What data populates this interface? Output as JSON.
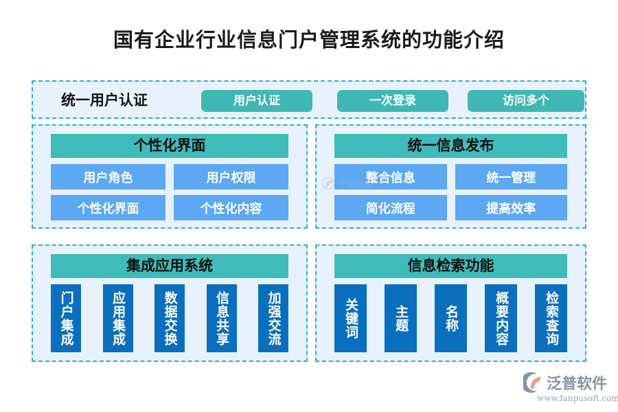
{
  "title": "国有企业行业信息门户管理系统的功能介绍",
  "colors": {
    "panel_background": "#e8f2fc",
    "panel_border": "#29abe2",
    "header_teal": "#3fbcb9",
    "pill_teal": "#3fb8b4",
    "chip_blue": "#5ca8f2",
    "vbox_blue": "#0b6fbf",
    "page_background": "#ffffff",
    "title_text": "#1a1a1a",
    "brand_text": "#8893a6"
  },
  "top_band": {
    "label": "统一用户认证",
    "pills": [
      {
        "label": "用户认证"
      },
      {
        "label": "一次登录"
      },
      {
        "label": "访问多个"
      }
    ]
  },
  "panels": {
    "top_left": {
      "header": "个性化界面",
      "chips": [
        "用户角色",
        "用户权限",
        "个性化界面",
        "个性化内容"
      ]
    },
    "top_right": {
      "header": "统一信息发布",
      "chips": [
        "整合信息",
        "统一管理",
        "简化流程",
        "提高效率"
      ]
    },
    "bottom_left": {
      "header": "集成应用系统",
      "boxes": [
        "门户集成",
        "应用集成",
        "数据交换",
        "信息共享",
        "加强交流"
      ]
    },
    "bottom_right": {
      "header": "信息检索功能",
      "boxes": [
        "关键词",
        "主题",
        "名称",
        "概要内容",
        "检索查询"
      ]
    }
  },
  "watermark": {
    "text": "泛普软件"
  },
  "brand": {
    "name": "泛普软件",
    "url": "www.fanpusoft.com"
  }
}
